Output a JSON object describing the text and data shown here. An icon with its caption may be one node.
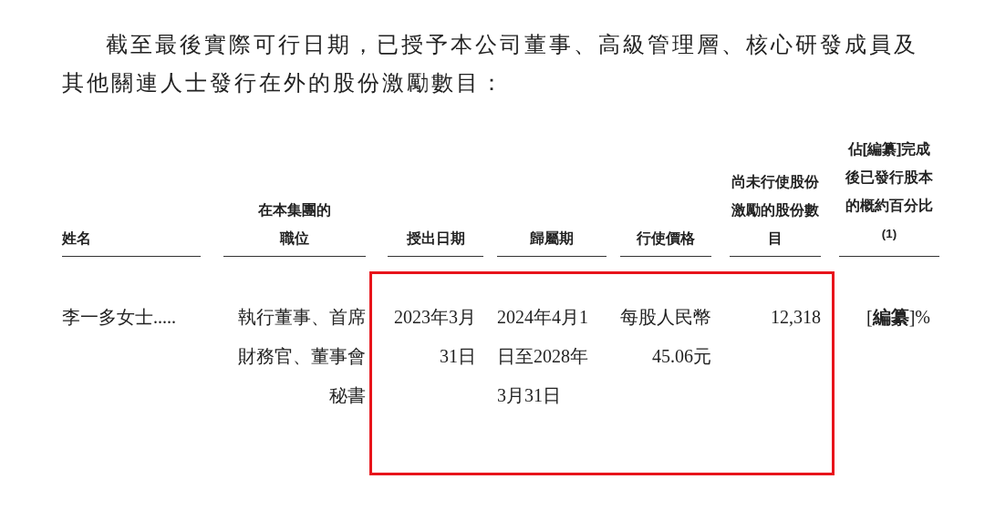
{
  "diagram": {
    "nodes": [
      {
        "text": [],
        "shape": "box"
      }
    ],
    "labels": [
      "截至最後實際可行日期，已授予本公司董事、高級管理層、核心研發成員及其他關連人士發行在外的股份激勵數目：",
      "姓名",
      "在本集團的職位",
      "授出日期",
      "歸屬期",
      "行使價格",
      "尚未行使股份激勵的股份數目",
      "佔[**編纂**]完成後已發行股本的概約百分比$^{(1)}$",
      "李一多女士.....",
      "執行董事、首席財務官、董事會秘書",
      "2023年3月31日",
      "2024年4月1日至2028年3月31日",
      "每股人民幣45.06元",
      "12,318",
      "[**編纂**]%"
    ]
  }
}
